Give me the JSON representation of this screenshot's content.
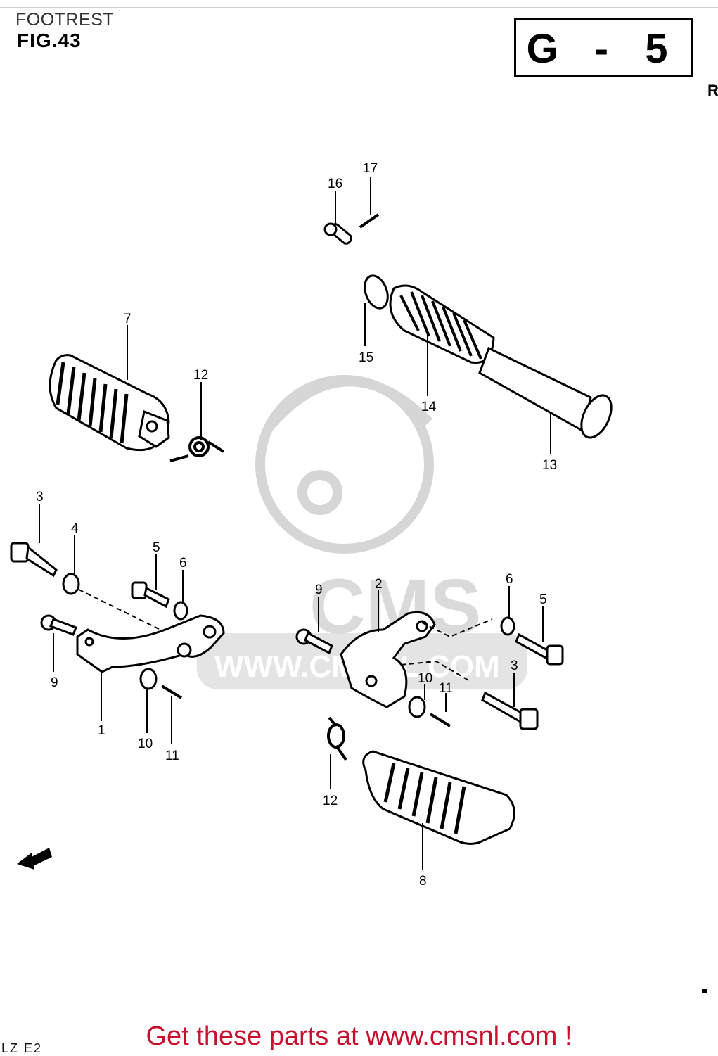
{
  "header": {
    "title": "FOOTREST",
    "figure": "FIG.43",
    "section_code": "G - 5",
    "edge_mark": "R"
  },
  "watermark": {
    "brand": "CMS",
    "url": "WWW.CMSNL.COM"
  },
  "parts": [
    {
      "num": "1"
    },
    {
      "num": "2"
    },
    {
      "num": "3"
    },
    {
      "num": "3"
    },
    {
      "num": "4"
    },
    {
      "num": "5"
    },
    {
      "num": "5"
    },
    {
      "num": "6"
    },
    {
      "num": "6"
    },
    {
      "num": "7"
    },
    {
      "num": "8"
    },
    {
      "num": "9"
    },
    {
      "num": "9"
    },
    {
      "num": "10"
    },
    {
      "num": "10"
    },
    {
      "num": "11"
    },
    {
      "num": "11"
    },
    {
      "num": "12"
    },
    {
      "num": "12"
    },
    {
      "num": "13"
    },
    {
      "num": "14"
    },
    {
      "num": "15"
    },
    {
      "num": "16"
    },
    {
      "num": "17"
    }
  ],
  "footer": {
    "model": "LZ E2",
    "cta": "Get these parts at www.cmsnl.com !",
    "cta_color": "#c8102e"
  }
}
